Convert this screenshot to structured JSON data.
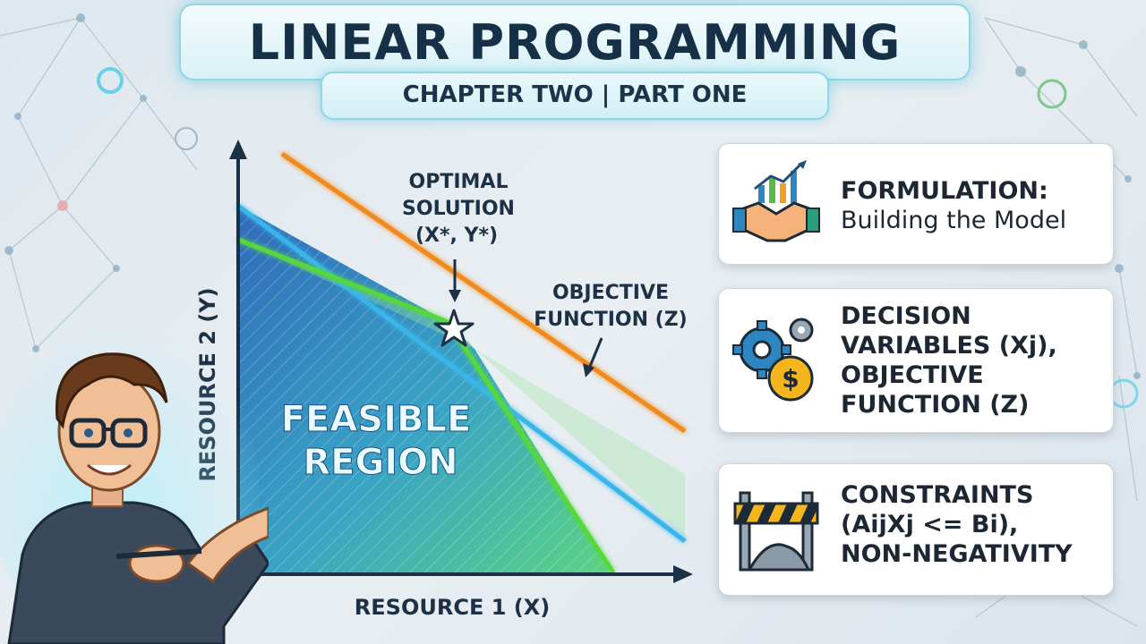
{
  "title": "LINEAR PROGRAMMING",
  "subtitle": "CHAPTER TWO | PART ONE",
  "diagram": {
    "y_axis_label": "RESOURCE 2 (Y)",
    "x_axis_label": "RESOURCE 1 (X)",
    "region_label_line1": "FEASIBLE",
    "region_label_line2": "REGION",
    "optimal_line1": "OPTIMAL",
    "optimal_line2": "SOLUTION",
    "optimal_line3": "(X*, Y*)",
    "objective_line1": "OBJECTIVE",
    "objective_line2": "FUNCTION (Z)",
    "colors": {
      "objective_line": "#f08a1c",
      "constraint_blue": "#38b6ea",
      "constraint_green": "#56d83e",
      "axis": "#1d3146"
    }
  },
  "cards": [
    {
      "icon": "handshake-chart-icon",
      "heading": "FORMULATION:",
      "lines": [
        "Building the Model"
      ]
    },
    {
      "icon": "gears-dollar-icon",
      "heading_lines": [
        "DECISION",
        "VARIABLES (Xj),",
        "OBJECTIVE",
        "FUNCTION (Z)"
      ]
    },
    {
      "icon": "barrier-icon",
      "heading_lines": [
        "CONSTRAINTS",
        "(AijXj <= Bi),",
        "NON-NEGATIVITY"
      ]
    }
  ]
}
